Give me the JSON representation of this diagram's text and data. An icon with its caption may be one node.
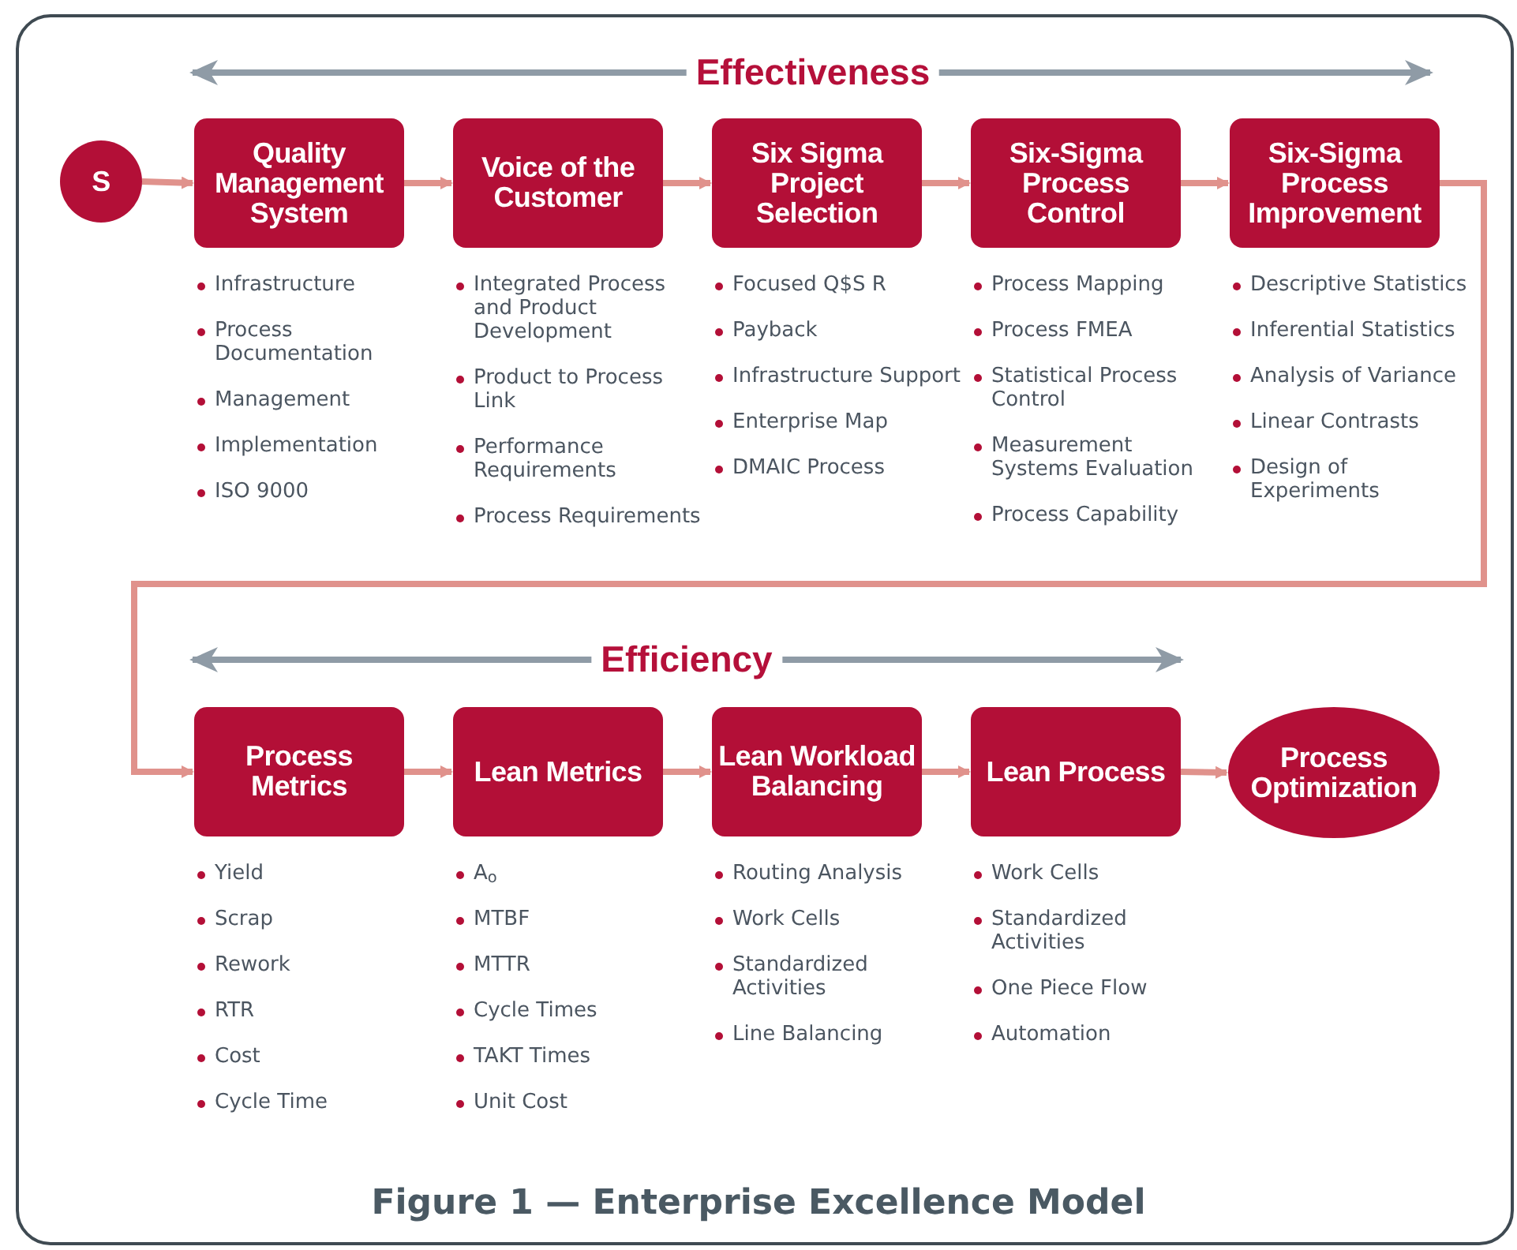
{
  "diagram": {
    "caption": "Figure 1 — Enterprise Excellence Model",
    "nodes": [
      {
        "text": [
          "S"
        ]
      },
      {
        "text": [
          "Quality Management System"
        ],
        "beside": [
          "Infrastructure",
          "Process Documentation",
          "Management",
          "Implementation",
          "ISO 9000"
        ]
      },
      {
        "text": [
          "Voice of the Customer"
        ],
        "beside": [
          "Integrated Process and Product Development",
          "Product to Process Link",
          "Performance Requirements",
          "Process Requirements"
        ]
      },
      {
        "text": [
          "Six Sigma Project Selection"
        ],
        "beside": [
          "Focused Q$S R",
          "Payback",
          "Infrastructure Support",
          "Enterprise Map",
          "DMAIC Process"
        ]
      },
      {
        "text": [
          "Six-Sigma Process Control"
        ],
        "beside": [
          "Process Mapping",
          "Process FMEA",
          "Statistical Process Control",
          "Measurement Systems Evaluation",
          "Process Capability"
        ]
      },
      {
        "text": [
          "Six-Sigma Process Improvement"
        ],
        "beside": [
          "Descriptive Statistics",
          "Inferential Statistics",
          "Analysis of Variance",
          "Linear Contrasts",
          "Design of Experiments"
        ]
      },
      {
        "text": [
          "Process Metrics"
        ],
        "beside": [
          "Yield",
          "Scrap",
          "Rework",
          "RTR",
          "Cost",
          "Cycle Time"
        ]
      },
      {
        "text": [
          "Lean Metrics"
        ],
        "beside": [
          "A$_{o}$",
          "MTBF",
          "MTTR",
          "Cycle Times",
          "TAKT Times",
          "Unit Cost"
        ]
      },
      {
        "text": [
          "Lean Workload Balancing"
        ],
        "beside": [
          "Routing Analysis",
          "Work Cells",
          "Standardized Activities",
          "Line Balancing"
        ]
      },
      {
        "text": [
          "Lean Process"
        ],
        "beside": [
          "Work Cells",
          "Standardized Activities",
          "One Piece Flow",
          "Automation"
        ]
      },
      {
        "text": [
          "Process Optimization"
        ]
      }
    ],
    "edges": [
      {
        "from": 0,
        "to": 1,
        "arrow": "to"
      },
      {
        "from": 1,
        "to": 2,
        "arrow": "to"
      },
      {
        "from": 2,
        "to": 3,
        "arrow": "to"
      },
      {
        "from": 3,
        "to": 4,
        "arrow": "to"
      },
      {
        "from": 4,
        "to": 5,
        "arrow": "to"
      },
      {
        "from": 5,
        "to": 6,
        "arrow": "to"
      },
      {
        "from": 6,
        "to": 7,
        "arrow": "to"
      },
      {
        "from": 7,
        "to": 8,
        "arrow": "to"
      },
      {
        "from": 8,
        "to": 9,
        "arrow": "to"
      },
      {
        "from": 9,
        "to": 10,
        "arrow": "to"
      }
    ],
    "labels": [
      "Effectiveness",
      "Efficiency"
    ]
  }
}
